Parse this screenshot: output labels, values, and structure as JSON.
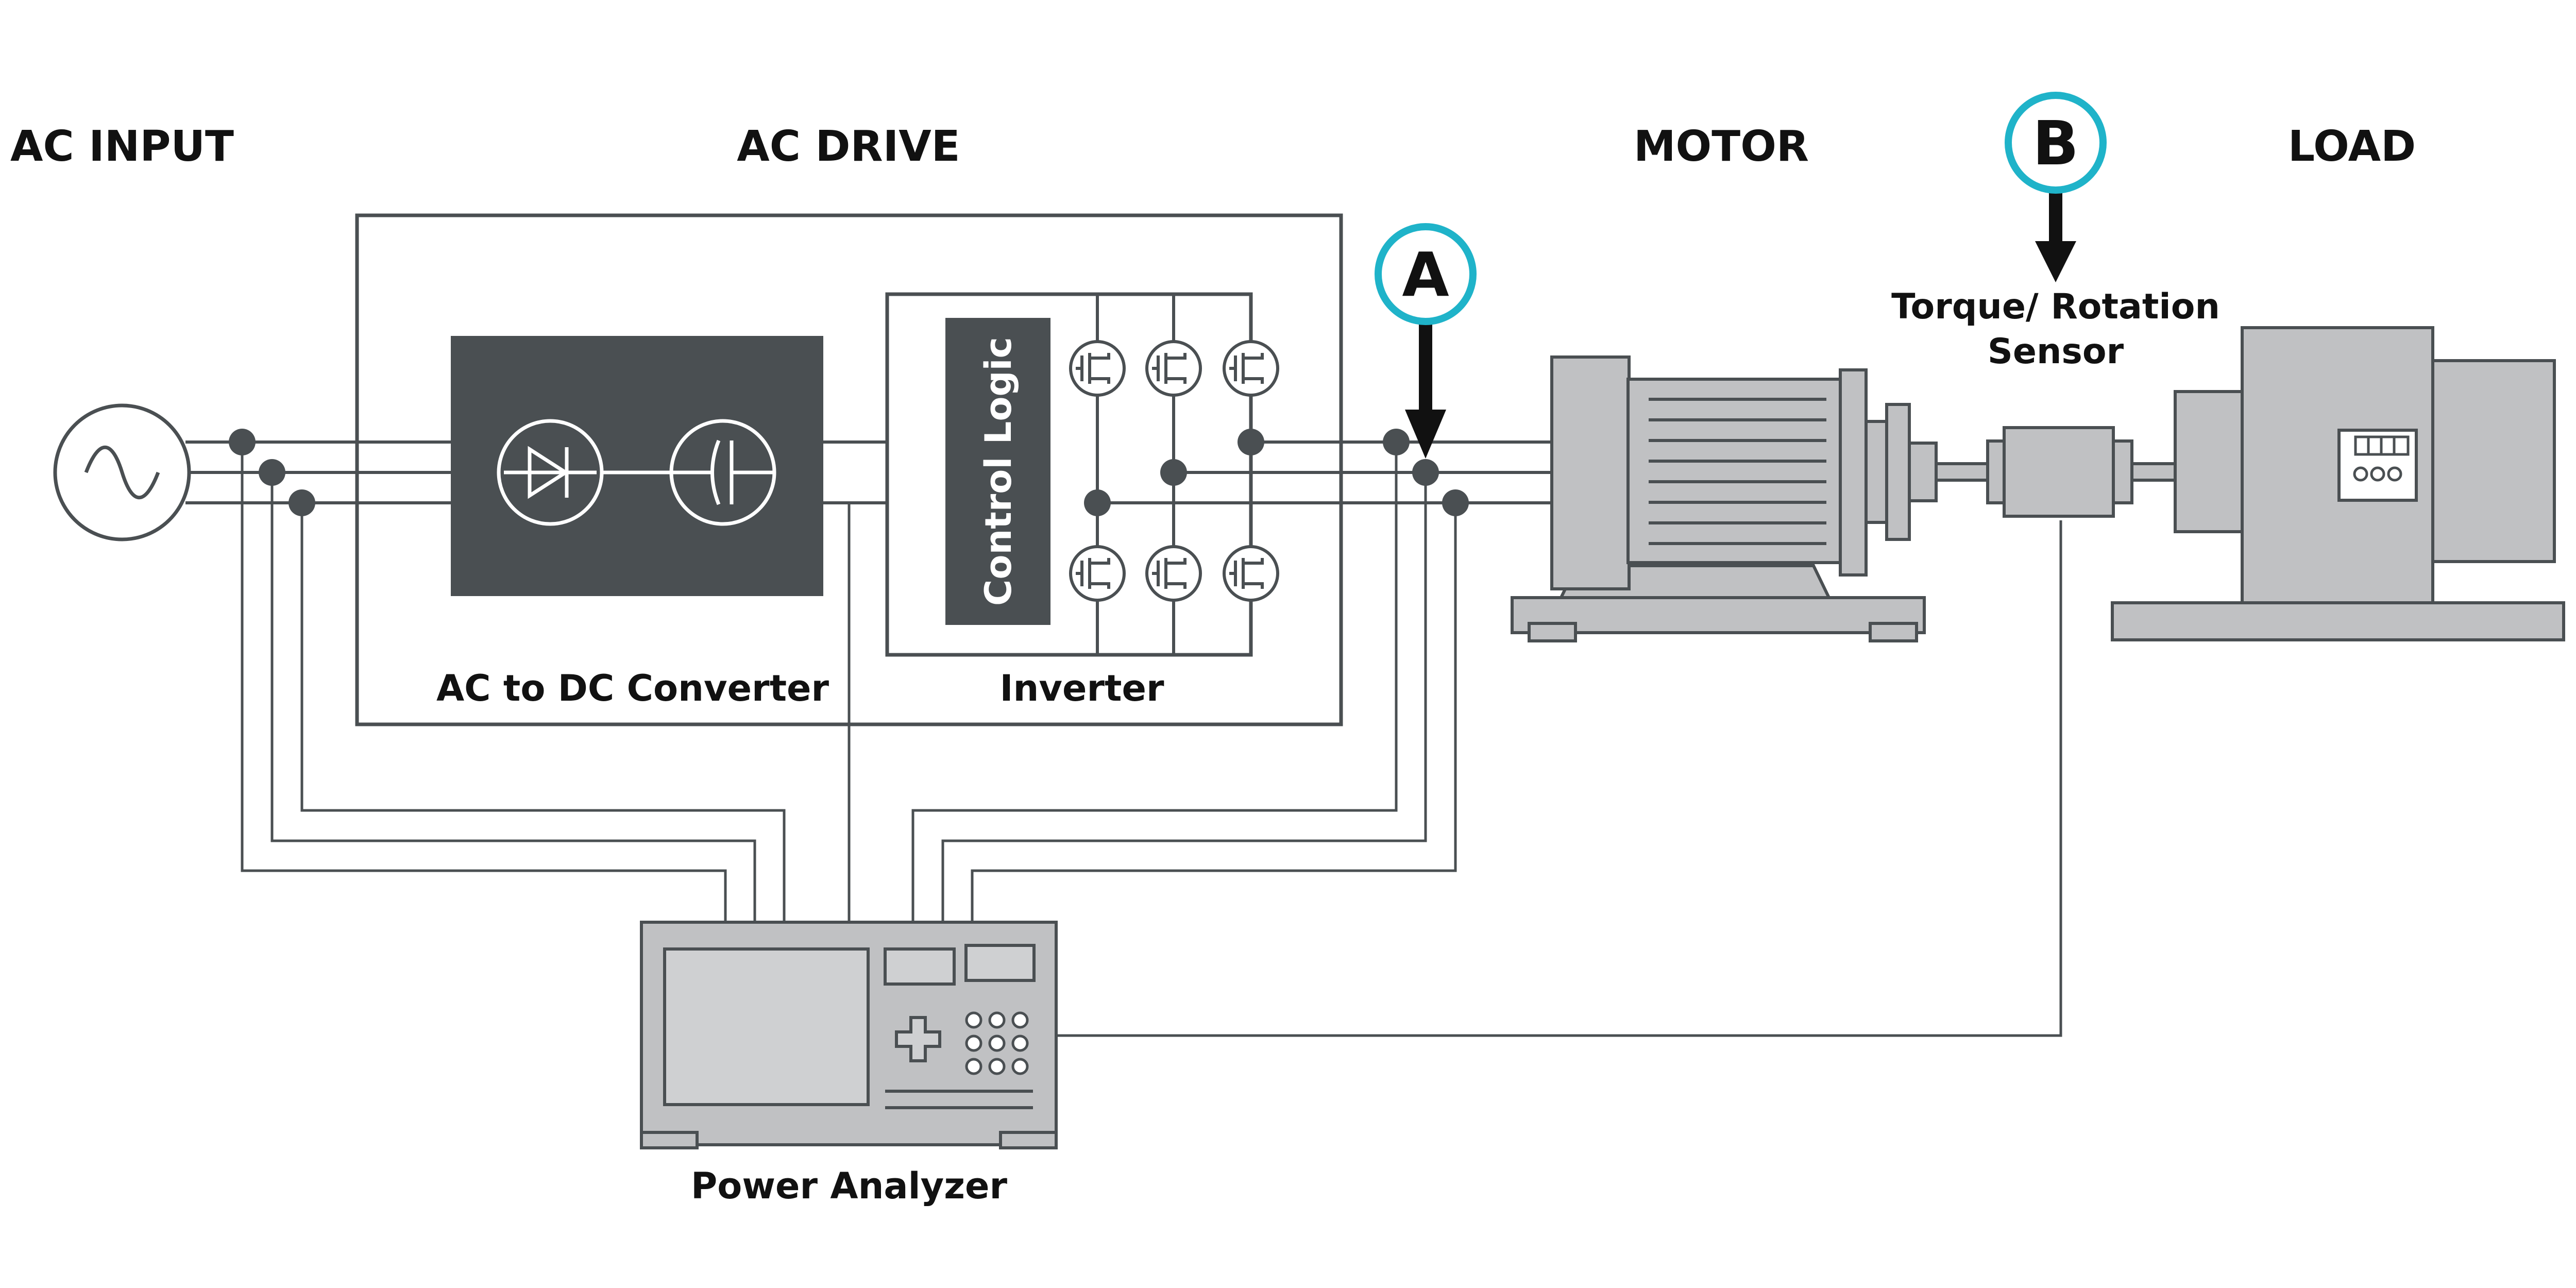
{
  "sections": {
    "ac_input": "AC INPUT",
    "ac_drive": "AC DRIVE",
    "motor": "MOTOR",
    "load": "LOAD"
  },
  "components": {
    "converter": "AC to DC Converter",
    "inverter": "Inverter",
    "control_logic": "Control Logic",
    "sensor_line1": "Torque/ Rotation",
    "sensor_line2": "Sensor",
    "power_analyzer": "Power Analyzer"
  },
  "markers": {
    "a": "A",
    "b": "B"
  },
  "colors": {
    "dark_block": "#4a4f52",
    "device_fill": "#c0c1c3",
    "marker_ring": "#1fb3c9",
    "text": "#111111"
  },
  "icons": {
    "source": "ac-sine-icon",
    "diode": "diode-icon",
    "capacitor": "capacitor-icon",
    "transistor": "mosfet-icon"
  }
}
